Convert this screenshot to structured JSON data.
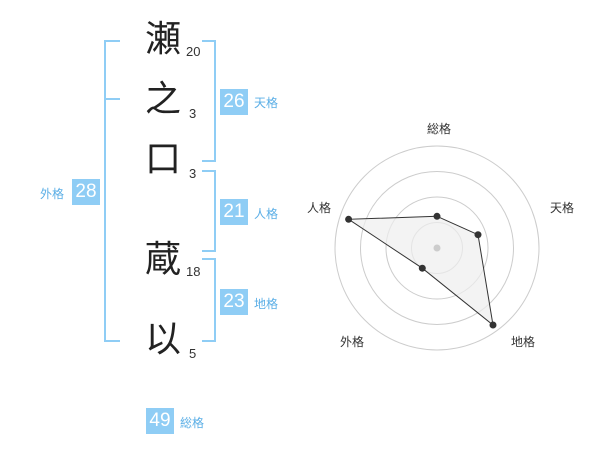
{
  "name": {
    "chars": [
      {
        "char": "瀬",
        "strokes": "20"
      },
      {
        "char": "之",
        "strokes": "3"
      },
      {
        "char": "口",
        "strokes": "3"
      },
      {
        "char": "蔵",
        "strokes": "18"
      },
      {
        "char": "以",
        "strokes": "5"
      }
    ]
  },
  "scores": {
    "tenkaku": {
      "value": "26",
      "label": "天格"
    },
    "jinkaku": {
      "value": "21",
      "label": "人格"
    },
    "chikaku": {
      "value": "23",
      "label": "地格"
    },
    "gaikaku": {
      "value": "28",
      "label": "外格"
    },
    "soukaku": {
      "value": "49",
      "label": "総格"
    }
  },
  "chart_data": {
    "type": "radar",
    "axes": [
      "総格",
      "天格",
      "地格",
      "外格",
      "人格"
    ],
    "rings": 4,
    "values": [
      1.4,
      1.9,
      4.2,
      1.1,
      4.1
    ],
    "max": 4.5,
    "colors": {
      "ring": "#cccccc",
      "fill": "#eeeeee",
      "line": "#333333",
      "point": "#333333",
      "center": "#cccccc"
    }
  },
  "colors": {
    "accent": "#8fcdf5",
    "label": "#5aaee6"
  }
}
